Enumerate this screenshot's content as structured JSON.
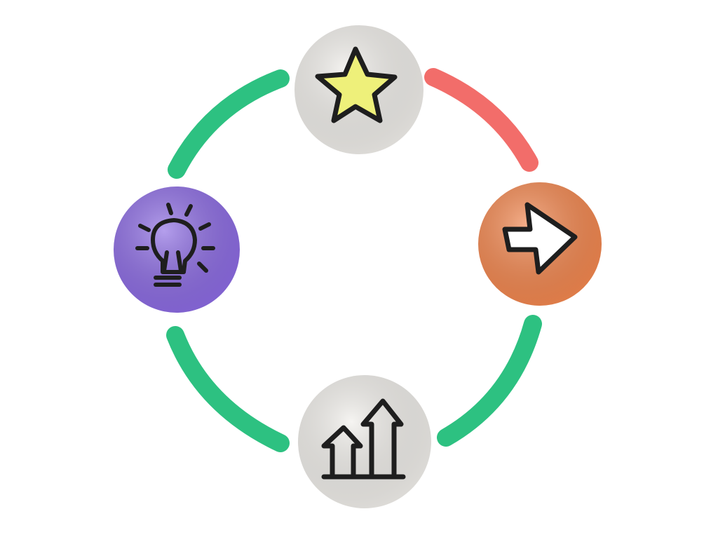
{
  "diagram": {
    "type": "cycle",
    "nodes": [
      {
        "id": "star",
        "icon": "star-icon",
        "fill": "#f1efeb",
        "accent": "#eef07a"
      },
      {
        "id": "arrow",
        "icon": "arrow-right-icon",
        "fill": "#f3874f",
        "accent": "#ffffff"
      },
      {
        "id": "growth",
        "icon": "bar-chart-growth-icon",
        "fill": "#f1efeb",
        "accent": "#ffffff"
      },
      {
        "id": "idea",
        "icon": "lightbulb-icon",
        "fill": "#8c6be3",
        "accent": "#8c6be3"
      }
    ],
    "connectors": [
      {
        "from": "idea",
        "to": "star",
        "color": "#2dc181"
      },
      {
        "from": "star",
        "to": "arrow",
        "color": "#f26d6a"
      },
      {
        "from": "arrow",
        "to": "growth",
        "color": "#2dc181"
      },
      {
        "from": "growth",
        "to": "idea",
        "color": "#2dc181"
      }
    ],
    "outline": "#1e1e1e"
  }
}
